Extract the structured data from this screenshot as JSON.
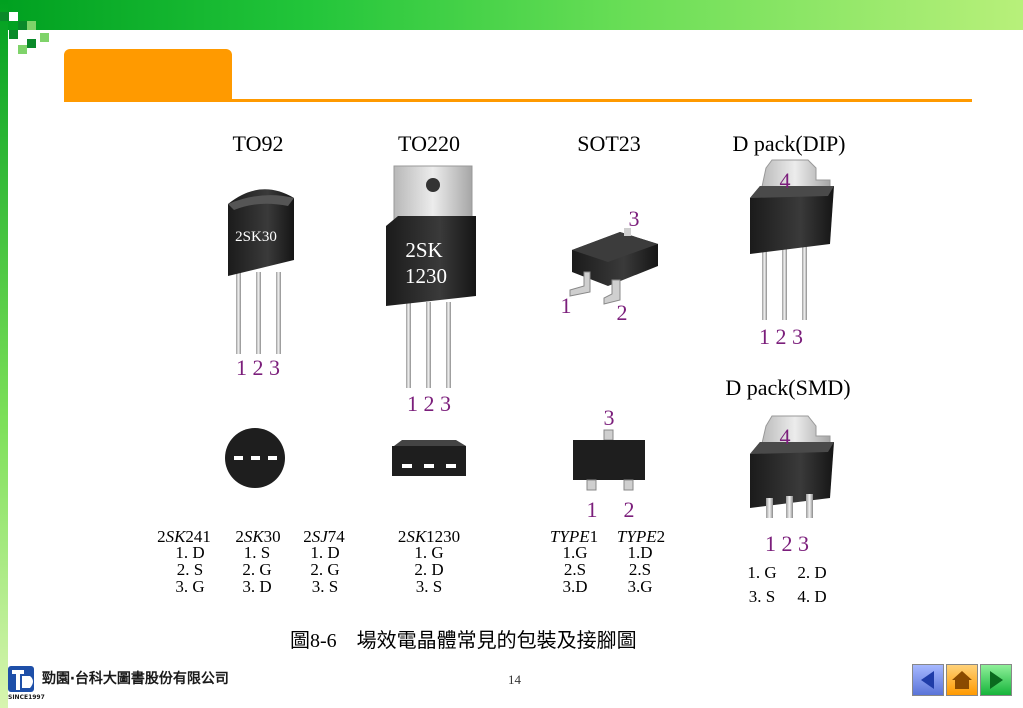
{
  "slide": {
    "page_number": "14",
    "publisher": "勁園‧台科大圖書股份有限公司",
    "since": "SINCE1997",
    "figure_caption": "圖8-6　場效電晶體常見的包裝及接腳圖"
  },
  "packages": {
    "to92": {
      "title": "TO92",
      "marking": "2SK30",
      "pins": "1 2 3"
    },
    "to220": {
      "title": "TO220",
      "marking_line1": "2SK",
      "marking_line2": "1230",
      "pins": "1 2 3"
    },
    "sot23": {
      "title": "SOT23",
      "pin1": "1",
      "pin2": "2",
      "pin3": "3",
      "bottom_pin1": "1",
      "bottom_pin2": "2",
      "bottom_pin3": "3"
    },
    "dpack_dip": {
      "title": "D pack(DIP)",
      "tab": "4",
      "pins": "1 2 3"
    },
    "dpack_smd": {
      "title": "D pack(SMD)",
      "tab": "4",
      "pins": "1 2 3"
    }
  },
  "pinouts": {
    "to92_cols": [
      {
        "part_pre": "2",
        "part_it": "SK",
        "part_post": "241",
        "rows": [
          "1. D",
          "2. S",
          "3. G"
        ]
      },
      {
        "part_pre": "2",
        "part_it": "SK",
        "part_post": "30",
        "rows": [
          "1. S",
          "2. G",
          "3. D"
        ]
      },
      {
        "part_pre": "2",
        "part_it": "SJ",
        "part_post": "74",
        "rows": [
          "1. D",
          "2. G",
          "3. S"
        ]
      }
    ],
    "to220_col": {
      "part_pre": "2",
      "part_it": "SK",
      "part_post": "1230",
      "rows": [
        "1. G",
        "2. D",
        "3. S"
      ]
    },
    "sot23_cols": [
      {
        "part_it": "TYPE",
        "part_post": "1",
        "rows": [
          "1.G",
          "2.S",
          "3.D"
        ]
      },
      {
        "part_it": "TYPE",
        "part_post": "2",
        "rows": [
          "1.D",
          "2.S",
          "3.G"
        ]
      }
    ],
    "smd_rows": [
      "1. G",
      "2. D",
      "3. S",
      "4. D"
    ]
  },
  "colors": {
    "pin_label": "#7b1e7b",
    "accent_orange": "#ff9a00",
    "body_dark": "#2a2a2a"
  },
  "nav": {
    "prev_icon": "left-arrow-icon",
    "home_icon": "home-icon",
    "next_icon": "right-arrow-icon"
  }
}
